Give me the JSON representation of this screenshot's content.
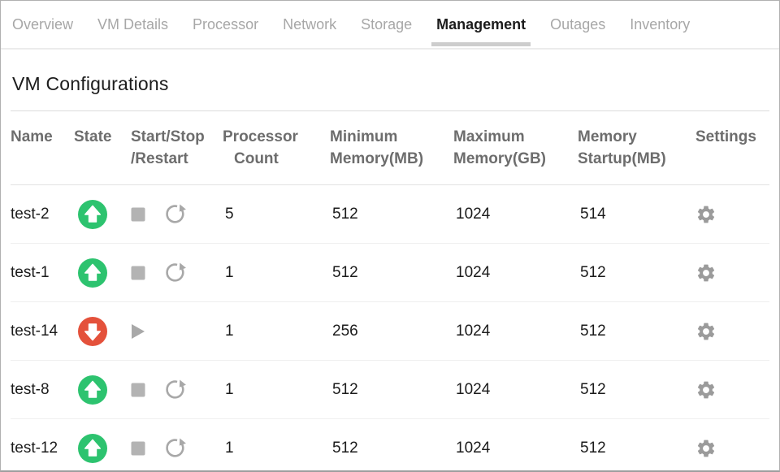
{
  "tabs": {
    "items": [
      {
        "label": "Overview",
        "active": false
      },
      {
        "label": "VM Details",
        "active": false
      },
      {
        "label": "Processor",
        "active": false
      },
      {
        "label": "Network",
        "active": false
      },
      {
        "label": "Storage",
        "active": false
      },
      {
        "label": "Management",
        "active": true
      },
      {
        "label": "Outages",
        "active": false
      },
      {
        "label": "Inventory",
        "active": false
      }
    ]
  },
  "section": {
    "title": "VM Configurations"
  },
  "table": {
    "columns": [
      {
        "line1": "Name",
        "line2": ""
      },
      {
        "line1": "State",
        "line2": ""
      },
      {
        "line1": "Start/Stop",
        "line2": "/Restart"
      },
      {
        "line1": "Processor",
        "line2": "Count"
      },
      {
        "line1": "Minimum",
        "line2": "Memory(MB)"
      },
      {
        "line1": "Maximum",
        "line2": "Memory(GB)"
      },
      {
        "line1": "Memory",
        "line2": "Startup(MB)"
      },
      {
        "line1": "Settings",
        "line2": ""
      }
    ],
    "rows": [
      {
        "name": "test-2",
        "state": "up",
        "controls": [
          "stop",
          "restart"
        ],
        "processor_count": "5",
        "minimum_memory_mb": "512",
        "maximum_memory_gb": "1024",
        "memory_startup_mb": "514"
      },
      {
        "name": "test-1",
        "state": "up",
        "controls": [
          "stop",
          "restart"
        ],
        "processor_count": "1",
        "minimum_memory_mb": "512",
        "maximum_memory_gb": "1024",
        "memory_startup_mb": "512"
      },
      {
        "name": "test-14",
        "state": "down",
        "controls": [
          "start"
        ],
        "processor_count": "1",
        "minimum_memory_mb": "256",
        "maximum_memory_gb": "1024",
        "memory_startup_mb": "512"
      },
      {
        "name": "test-8",
        "state": "up",
        "controls": [
          "stop",
          "restart"
        ],
        "processor_count": "1",
        "minimum_memory_mb": "512",
        "maximum_memory_gb": "1024",
        "memory_startup_mb": "512"
      },
      {
        "name": "test-12",
        "state": "up",
        "controls": [
          "stop",
          "restart"
        ],
        "processor_count": "1",
        "minimum_memory_mb": "512",
        "maximum_memory_gb": "1024",
        "memory_startup_mb": "512"
      }
    ]
  },
  "icons": {
    "state_up": "arrow-up-circle-icon",
    "state_down": "arrow-down-circle-icon",
    "stop": "stop-square-icon",
    "start": "play-triangle-icon",
    "restart": "restart-arrow-icon",
    "settings": "gear-icon"
  },
  "colors": {
    "state_up_green": "#2dc36f",
    "state_down_red": "#e4513b",
    "icon_gray": "#b3b3b3",
    "active_tab_text": "#1c1c1c",
    "inactive_tab_text": "#a7a7a7",
    "header_text": "#6d6d6d"
  }
}
